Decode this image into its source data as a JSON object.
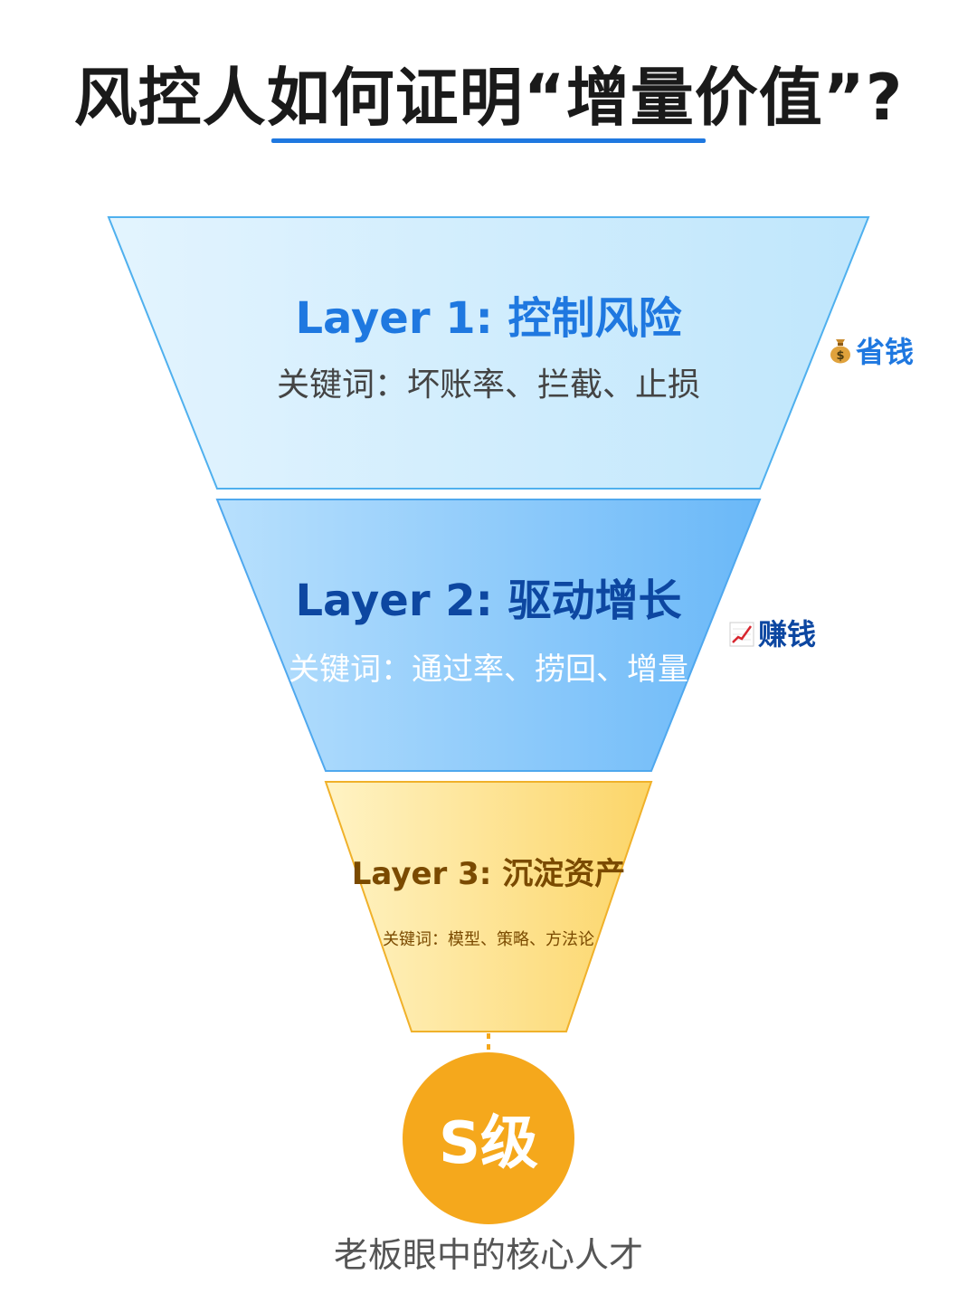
{
  "title": "风控人如何证明“增量价值”?",
  "layers": [
    {
      "title": "Layer 1: 控制风险",
      "keywords": "关键词：坏账率、拦截、止损",
      "tag_icon": "money-bag-icon",
      "tag_label": "省钱"
    },
    {
      "title": "Layer 2: 驱动增长",
      "keywords": "关键词：通过率、捞回、增量",
      "tag_icon": "chart-increasing-icon",
      "tag_label": "赚钱"
    },
    {
      "title": "Layer 3: 沉淀资产",
      "keywords": "关键词：模型、策略、方法论"
    }
  ],
  "badge": {
    "label": "S级",
    "caption": "老板眼中的核心人才"
  },
  "colors": {
    "accent_blue": "#1f78e0",
    "dark_blue": "#0d47a1",
    "gold": "#f5a81c",
    "layer1_fill_start": "#e3f4fe",
    "layer1_fill_end": "#bfe6fc",
    "layer2_fill_start": "#b8e0fd",
    "layer2_fill_end": "#6ab8f8",
    "layer3_fill_start": "#fff3c4",
    "layer3_fill_end": "#fcd568"
  }
}
